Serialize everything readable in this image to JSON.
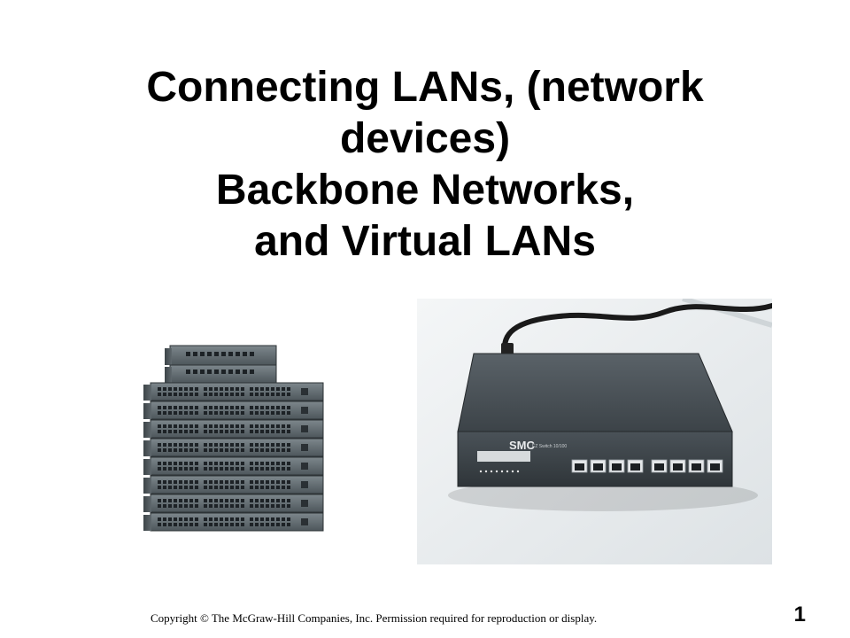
{
  "slide": {
    "title_lines": [
      "Connecting LANs, (network",
      "devices)",
      "Backbone Networks,",
      "and Virtual LANs"
    ],
    "footer": "Copyright © The McGraw-Hill Companies, Inc. Permission required for reproduction or display.",
    "slide_number": "1"
  },
  "images": {
    "stack": {
      "name": "stacked-network-switches-photo"
    },
    "switch": {
      "name": "smc-ethernet-switch-photo",
      "logo_text": "SMC"
    }
  },
  "colors": {
    "background": "#ffffff",
    "text": "#000000",
    "switch_body": "#4a5258",
    "desk": "#e9edf0"
  }
}
